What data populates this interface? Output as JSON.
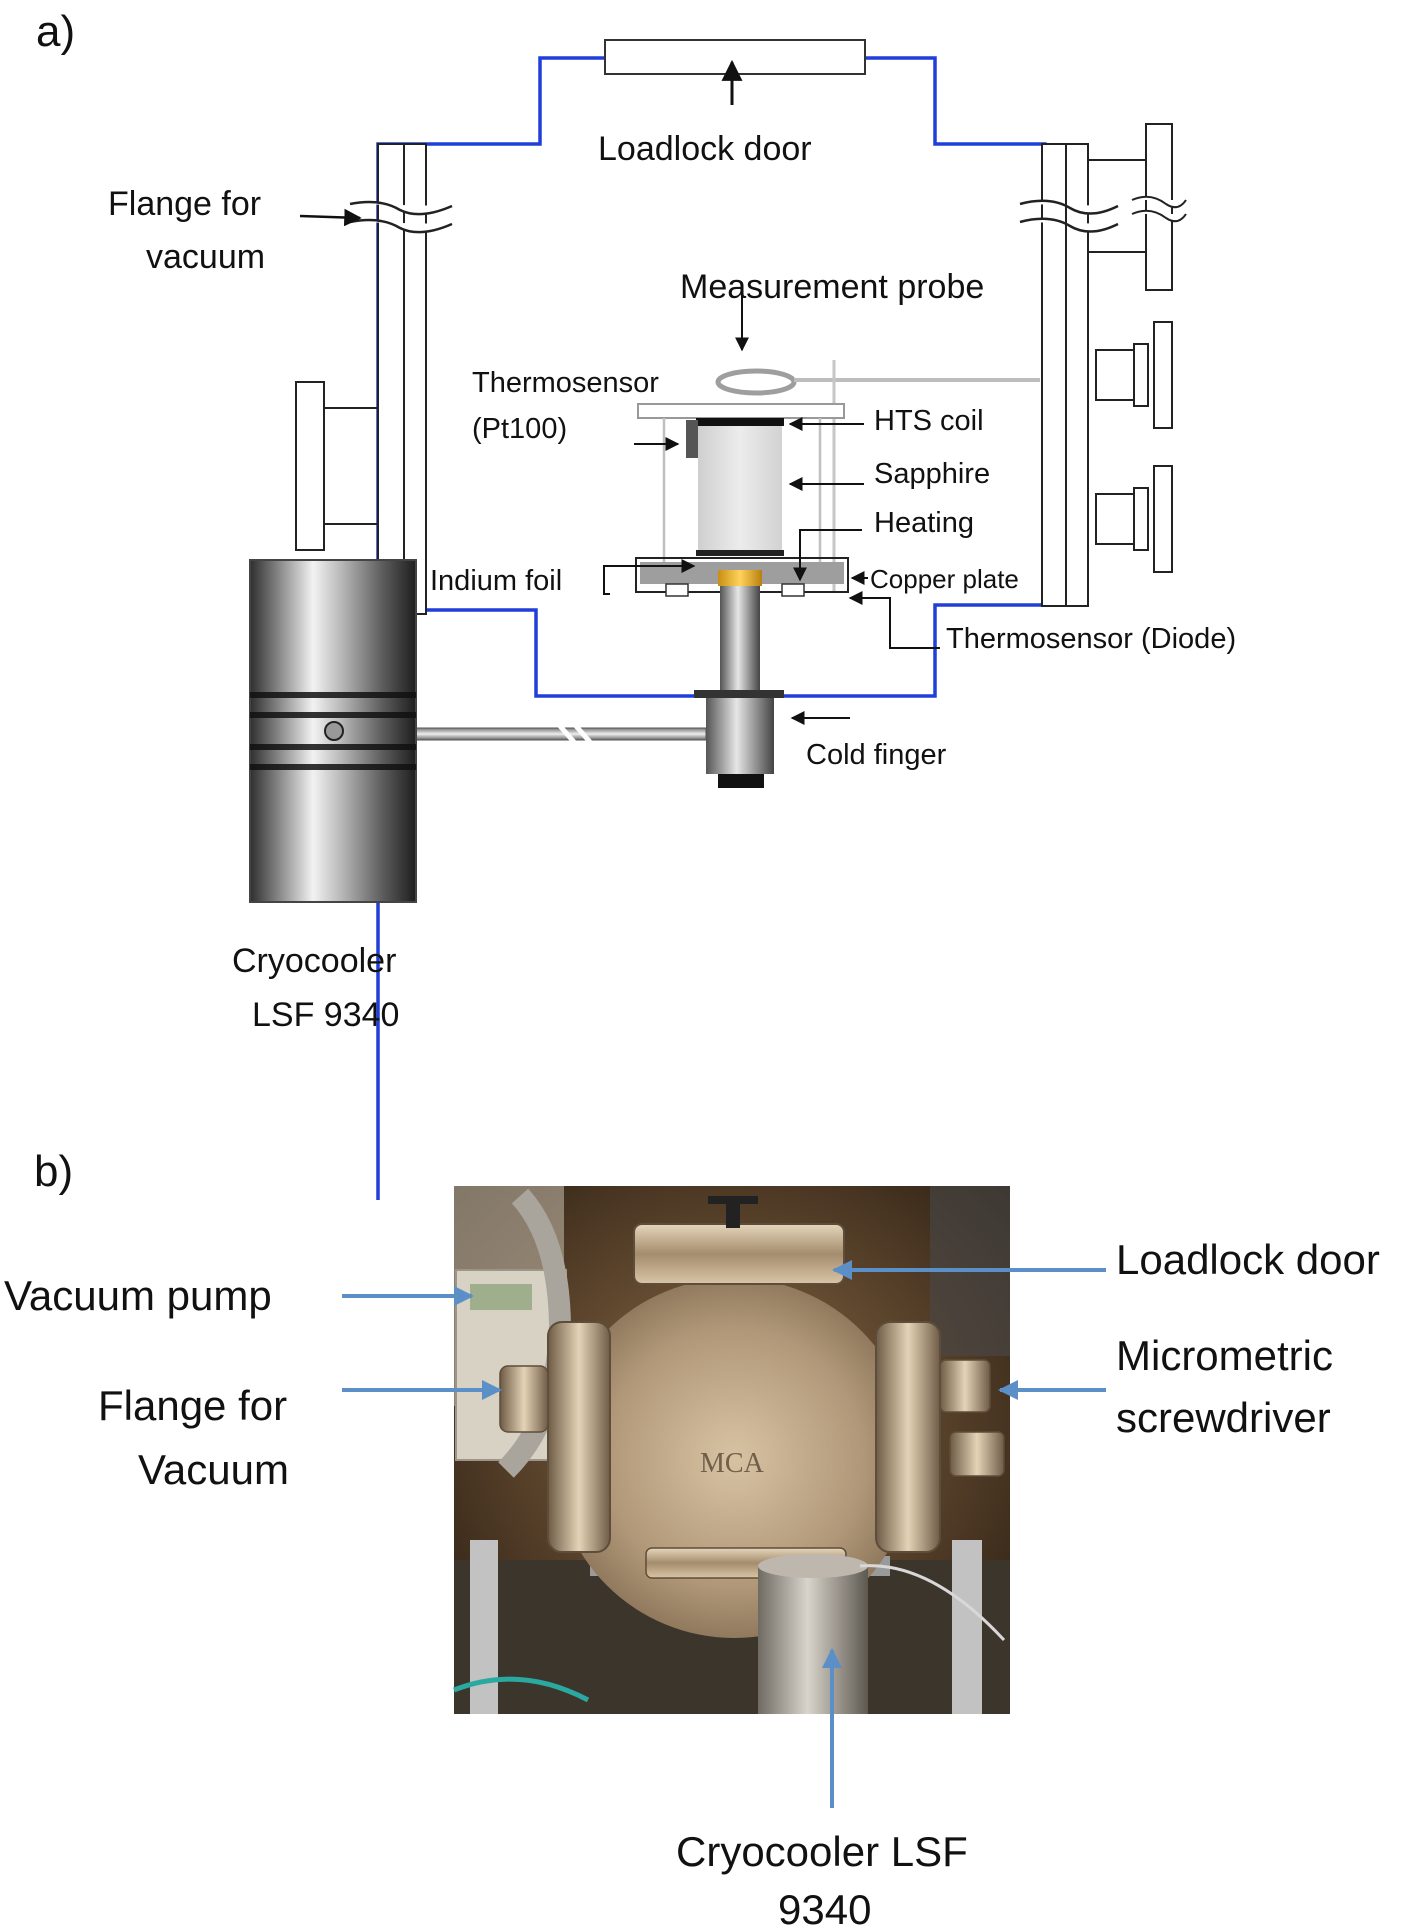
{
  "panels": {
    "a": "a)",
    "b": "b)"
  },
  "diagram_a": {
    "loadlock_door": "Loadlock door",
    "flange_line1": "Flange for",
    "flange_line2": "vacuum",
    "measurement_probe": "Measurement probe",
    "thermosensor_pt_line1": "Thermosensor",
    "thermosensor_pt_line2": "(Pt100)",
    "hts_coil": "HTS coil",
    "sapphire": "Sapphire",
    "heating": "Heating",
    "indium_foil": "Indium foil",
    "copper_plate": "Copper plate",
    "thermosensor_diode": "Thermosensor (Diode)",
    "cold_finger": "Cold finger",
    "cryocooler_line1": "Cryocooler",
    "cryocooler_line2": "LSF 9340"
  },
  "photo_b": {
    "vacuum_pump": "Vacuum pump",
    "flange_line1": "Flange for",
    "flange_line2": "Vacuum",
    "loadlock_door": "Loadlock door",
    "micrometric_line1": "Micrometric",
    "micrometric_line2": "screwdriver",
    "cryocooler_line1": "Cryocooler LSF",
    "cryocooler_line2": "9340",
    "engraving": "MCA"
  },
  "colors": {
    "chamber_wall": "#1f3fd8",
    "callout_arrow": "#5b8fc7"
  }
}
